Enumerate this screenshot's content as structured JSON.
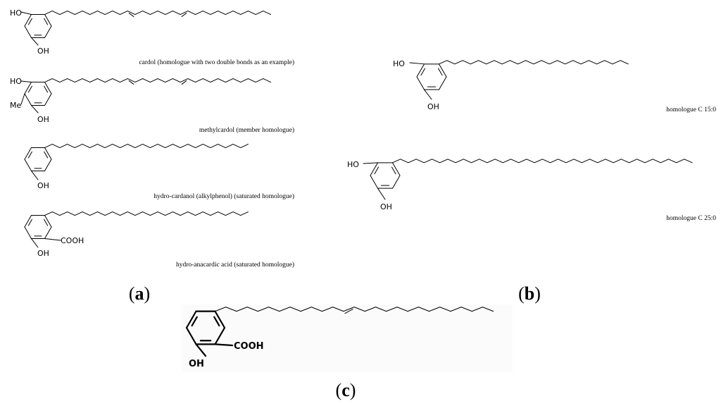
{
  "panel_a": {
    "label": "a",
    "structures": [
      {
        "name": "cardol",
        "atoms": [
          "HO",
          "OH"
        ],
        "caption": "cardol (homologue with two double bonds as an example)"
      },
      {
        "name": "methylcardol",
        "atoms": [
          "HO",
          "Me",
          "OH"
        ],
        "caption": "methylcardol (member homologue)"
      },
      {
        "name": "hydro-cardanol",
        "atoms": [
          "OH"
        ],
        "caption": "hydro-cardanol (alkylphenol) (saturated homologue)"
      },
      {
        "name": "hydro-anacardic-acid",
        "atoms": [
          "COOH",
          "OH"
        ],
        "caption": "hydro-anacardic acid (saturated homologue)"
      }
    ]
  },
  "panel_b": {
    "label": "b",
    "structures": [
      {
        "name": "homologue-c15",
        "atoms": [
          "HO",
          "OH"
        ],
        "caption": "homologue C 15:0"
      },
      {
        "name": "homologue-c25",
        "atoms": [
          "HO",
          "OH"
        ],
        "caption": "homologue C 25:0"
      }
    ]
  },
  "panel_c": {
    "label": "c",
    "structures": [
      {
        "name": "anacardic-acid-monoene",
        "atoms": [
          "COOH",
          "OH"
        ]
      }
    ]
  }
}
